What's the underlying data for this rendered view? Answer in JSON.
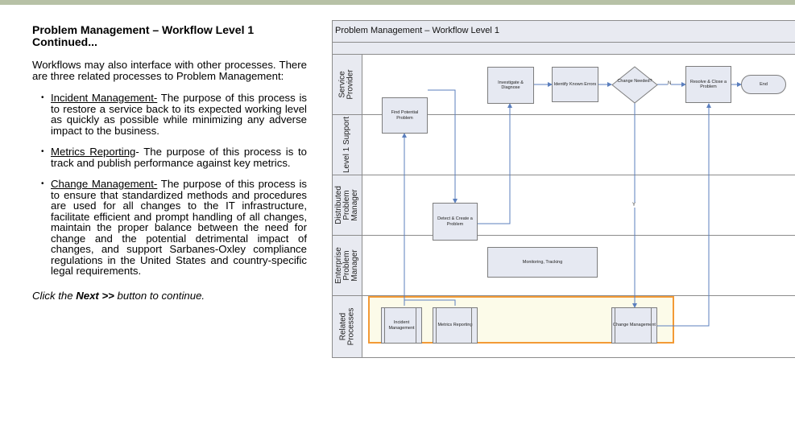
{
  "page": {
    "title": "Problem Management – Workflow Level 1 Continued...",
    "intro": "Workflows may also interface with other processes. There are three related processes to Problem Management:",
    "bullets": [
      {
        "term": "Incident Management-",
        "text": " The purpose of this process is to restore a service back to its expected working level as quickly as possible while minimizing any adverse impact to the business."
      },
      {
        "term": "Metrics Reporting",
        "text": "- The purpose of this process is to track and publish performance against key metrics."
      },
      {
        "term": "Change Management-",
        "text": " The purpose of this process is to ensure that standardized methods and procedures are used for all changes to the IT infrastructure, facilitate efficient and prompt handling of all changes, maintain the proper balance between the need for change and the potential detrimental impact of changes, and support Sarbanes-Oxley compliance regulations in the United States and country-specific legal requirements."
      }
    ],
    "continue_prefix": "Click the ",
    "continue_button": "Next >>",
    "continue_suffix": " button to continue."
  },
  "diagram": {
    "title": "Problem Management – Workflow Level 1",
    "lanes": [
      "Service Provider",
      "Level 1 Support",
      "Distributed Problem Manager",
      "Enterprise Problem Manager",
      "Related Processes"
    ],
    "boxes": {
      "find_potential": "Find Potential Problem",
      "investigate": "Investigate & Diagnose",
      "identify": "Identify Known Errors",
      "change_needed": "Change Needed?",
      "resolve": "Resolve & Close a Problem",
      "end": "End",
      "detect": "Detect & Create a Problem",
      "monitoring": "Monitoring, Tracking",
      "incident": "Incident Management",
      "metrics": "Metrics Reporting",
      "change_mgmt": "Change Management"
    },
    "edge_labels": {
      "no": "N",
      "yes": "Y"
    },
    "colors": {
      "highlight": "#f39a36",
      "arrow": "#5b7fbe",
      "lane_bg": "#e8eaf1"
    }
  }
}
